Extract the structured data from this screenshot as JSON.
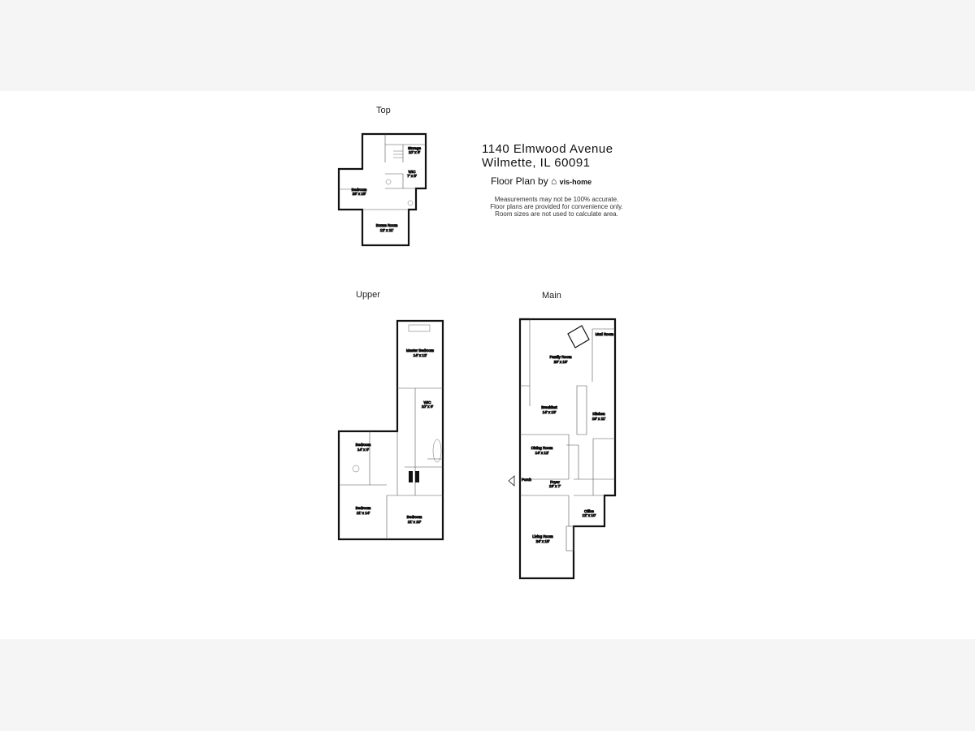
{
  "floors": [
    {
      "key": "top",
      "label": "Top",
      "rooms": [
        {
          "name": "Bedroom",
          "size": "23' x 15'"
        },
        {
          "name": "Storage",
          "size": "10' x 6'"
        },
        {
          "name": "WIC",
          "size": "7' x 5'"
        },
        {
          "name": "Bonus Room",
          "size": "12' x 11'"
        }
      ]
    },
    {
      "key": "upper",
      "label": "Upper",
      "rooms": [
        {
          "name": "Master Bedroom",
          "size": "14' x 12'"
        },
        {
          "name": "WIC",
          "size": "10' x 6'"
        },
        {
          "name": "Bedroom",
          "size": "14' x 9'"
        },
        {
          "name": "Bedroom",
          "size": "11' x 14'"
        },
        {
          "name": "Bedroom",
          "size": "11' x 10'"
        }
      ]
    },
    {
      "key": "main",
      "label": "Main",
      "rooms": [
        {
          "name": "Family Room",
          "size": "20' x 16'"
        },
        {
          "name": "Mud Room",
          "size": ""
        },
        {
          "name": "Breakfast",
          "size": "14' x 13'"
        },
        {
          "name": "Kitchen",
          "size": "16' x 11'"
        },
        {
          "name": "Dining Room",
          "size": "14' x 12'"
        },
        {
          "name": "Foyer",
          "size": "13' x 7'"
        },
        {
          "name": "Porch",
          "size": ""
        },
        {
          "name": "Office",
          "size": "12' x 10'"
        },
        {
          "name": "Living Room",
          "size": "24' x 15'"
        }
      ]
    }
  ],
  "address": {
    "line1": "1140 Elmwood Avenue",
    "line2": "Wilmette, IL 60091"
  },
  "byline": {
    "text": "Floor Plan by",
    "brand": "vis-home"
  },
  "disclaimer": [
    "Measurements may not be 100% accurate.",
    "Floor plans are provided for convenience only.",
    "Room sizes are not used to calculate area."
  ],
  "colors": {
    "wall": "#111111",
    "background": "#ffffff",
    "margin": "#f5f5f5"
  }
}
